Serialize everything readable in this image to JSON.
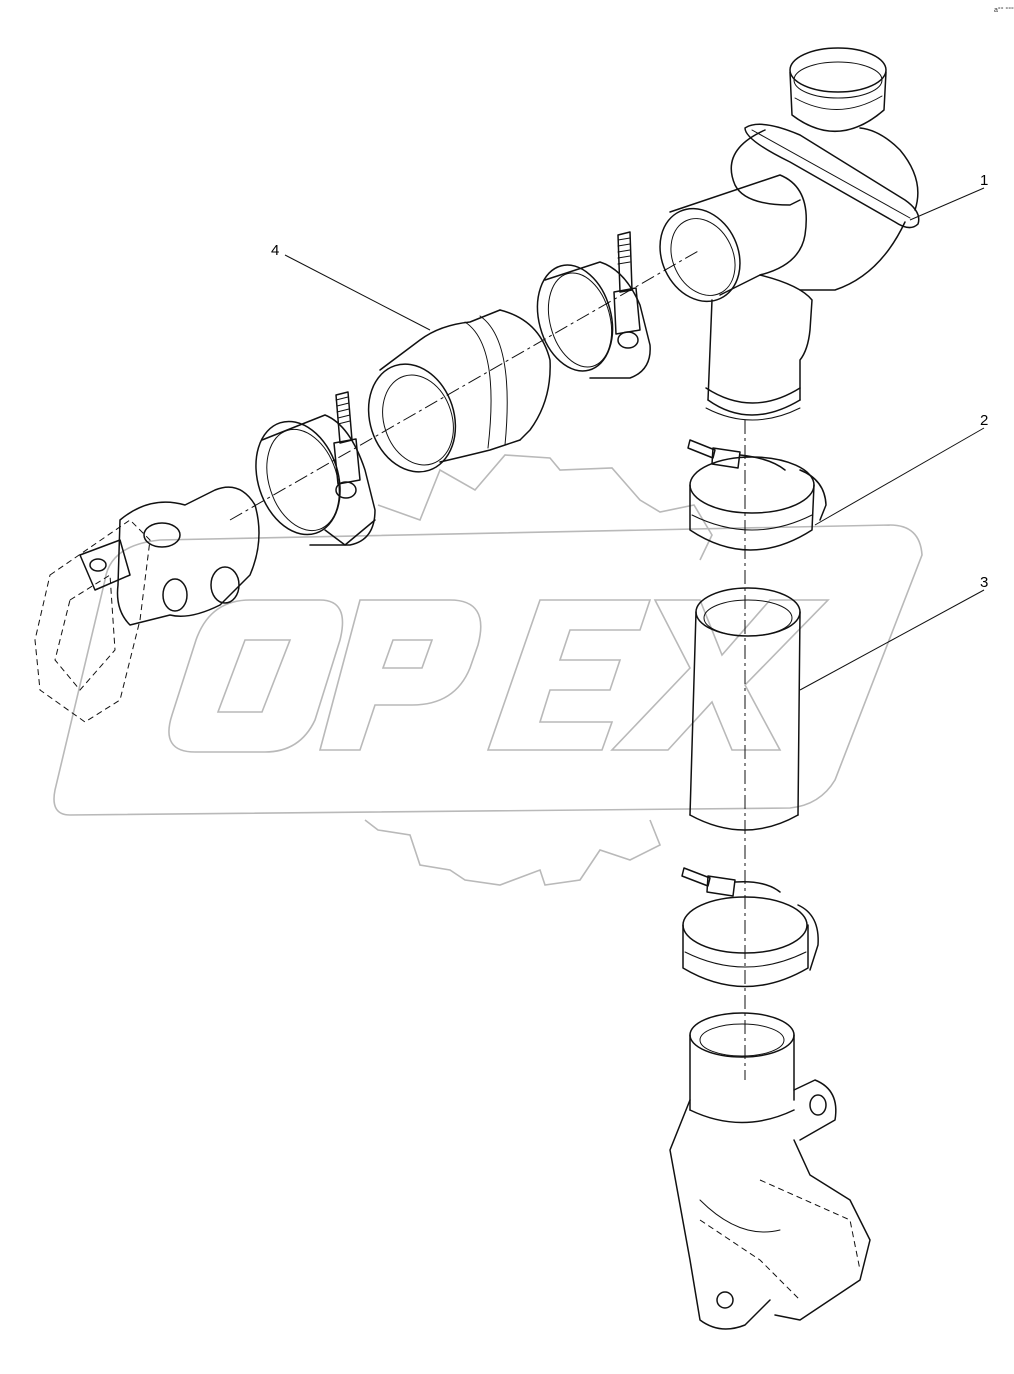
{
  "corner_mark": "a°° °°°",
  "watermark": {
    "text": "OPEX"
  },
  "callouts": [
    "1",
    "2",
    "3",
    "4"
  ],
  "colors": {
    "line": "#111111",
    "watermark": "#b9b9b9",
    "background": "#ffffff"
  }
}
